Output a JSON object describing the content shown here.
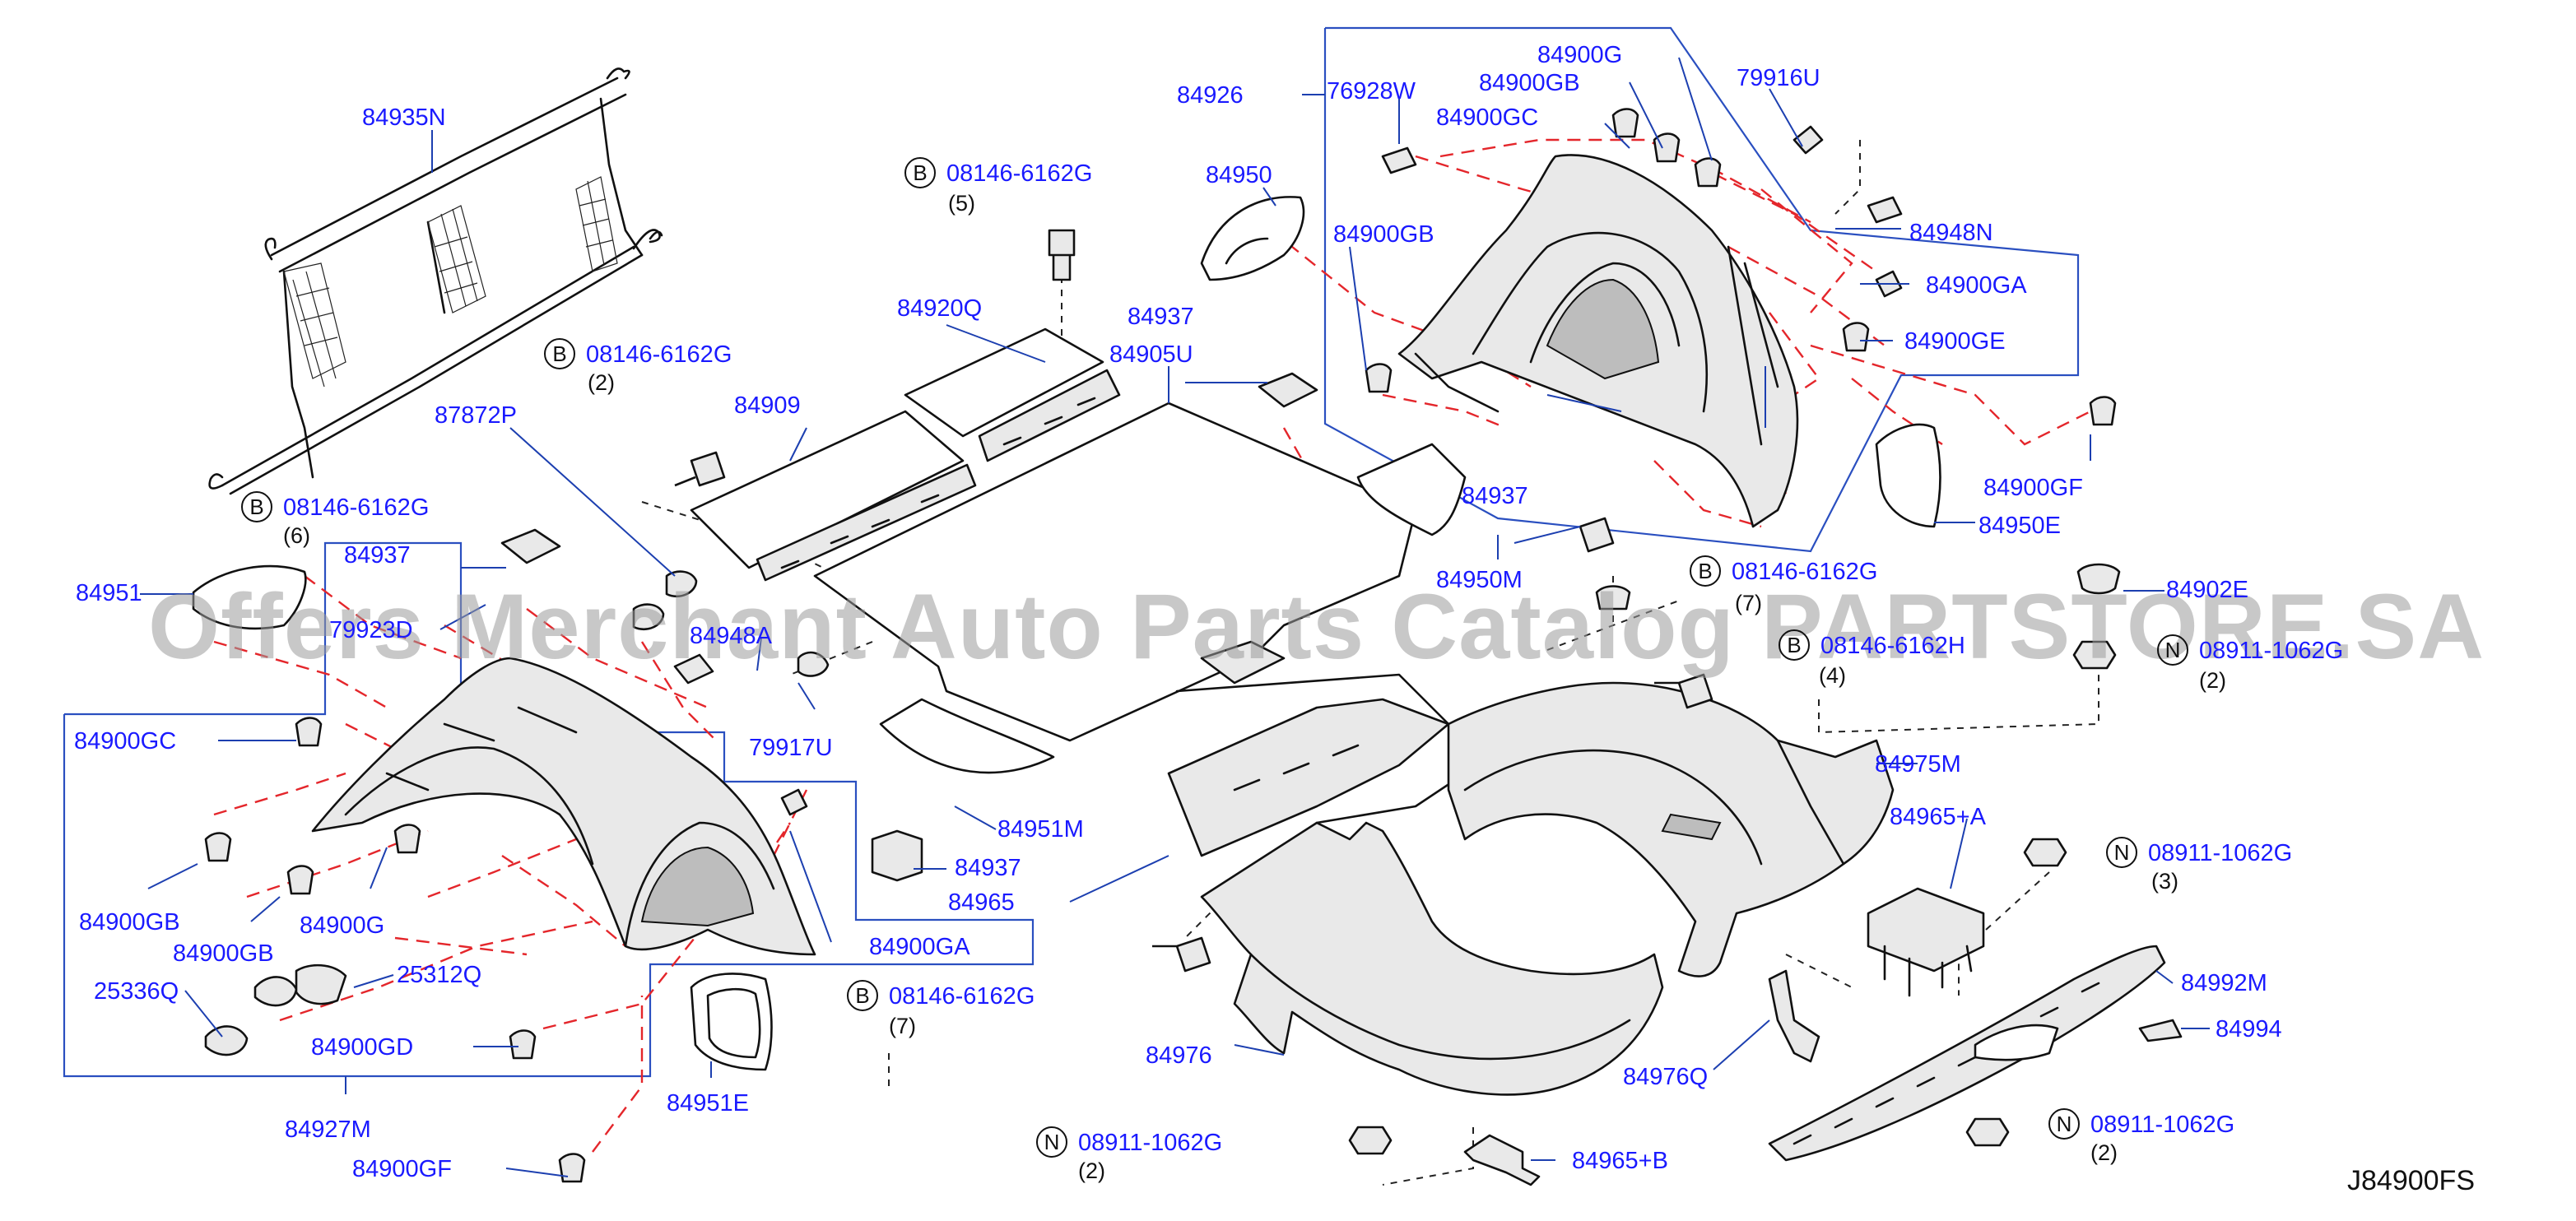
{
  "diagram": {
    "reference_code": "J84900FS",
    "watermark": "Offers Merchant Auto Parts Catalog PARTSTORE.SA",
    "part_labels": [
      {
        "id": "p84935n",
        "text": "84935N"
      },
      {
        "id": "p84926",
        "text": "84926"
      },
      {
        "id": "p76928w",
        "text": "76928W"
      },
      {
        "id": "p84900g_top",
        "text": "84900G"
      },
      {
        "id": "p84900gb_top",
        "text": "84900GB"
      },
      {
        "id": "p84900gc_top",
        "text": "84900GC"
      },
      {
        "id": "p79916u",
        "text": "79916U"
      },
      {
        "id": "p84950",
        "text": "84950"
      },
      {
        "id": "p84900gb_mid",
        "text": "84900GB"
      },
      {
        "id": "p84948n",
        "text": "84948N"
      },
      {
        "id": "p84900ga_right",
        "text": "84900GA"
      },
      {
        "id": "p84900ge",
        "text": "84900GE"
      },
      {
        "id": "p84920q",
        "text": "84920Q"
      },
      {
        "id": "p84937_top",
        "text": "84937"
      },
      {
        "id": "p84905u",
        "text": "84905U"
      },
      {
        "id": "p84909",
        "text": "84909"
      },
      {
        "id": "p87872p",
        "text": "87872P"
      },
      {
        "id": "p84900gf_right",
        "text": "84900GF"
      },
      {
        "id": "p84950e",
        "text": "84950E"
      },
      {
        "id": "p84937_mid",
        "text": "84937"
      },
      {
        "id": "p84950m",
        "text": "84950M"
      },
      {
        "id": "p84937_left",
        "text": "84937"
      },
      {
        "id": "p84951",
        "text": "84951"
      },
      {
        "id": "p79923d",
        "text": "79923D"
      },
      {
        "id": "p84948a",
        "text": "84948A"
      },
      {
        "id": "p84902e",
        "text": "84902E"
      },
      {
        "id": "p79917u",
        "text": "79917U"
      },
      {
        "id": "p84900gc_left",
        "text": "84900GC"
      },
      {
        "id": "p84975m",
        "text": "84975M"
      },
      {
        "id": "p84951m",
        "text": "84951M"
      },
      {
        "id": "p84965a",
        "text": "84965+A"
      },
      {
        "id": "p84937_low",
        "text": "84937"
      },
      {
        "id": "p84965",
        "text": "84965"
      },
      {
        "id": "p84900gb_low1",
        "text": "84900GB"
      },
      {
        "id": "p84900g_low",
        "text": "84900G"
      },
      {
        "id": "p84900gb_low2",
        "text": "84900GB"
      },
      {
        "id": "p84900ga_low",
        "text": "84900GA"
      },
      {
        "id": "p25312q",
        "text": "25312Q"
      },
      {
        "id": "p25336q",
        "text": "25336Q"
      },
      {
        "id": "p84992m",
        "text": "84992M"
      },
      {
        "id": "p84994",
        "text": "84994"
      },
      {
        "id": "p84900gd",
        "text": "84900GD"
      },
      {
        "id": "p84976",
        "text": "84976"
      },
      {
        "id": "p84976q",
        "text": "84976Q"
      },
      {
        "id": "p84951e",
        "text": "84951E"
      },
      {
        "id": "p84927m",
        "text": "84927M"
      },
      {
        "id": "p84965b",
        "text": "84965+B"
      },
      {
        "id": "p84900gf_low",
        "text": "84900GF"
      }
    ],
    "callouts": [
      {
        "id": "c1",
        "symbol": "B",
        "number": "08146-6162G",
        "qty": "(5)"
      },
      {
        "id": "c2",
        "symbol": "B",
        "number": "08146-6162G",
        "qty": "(2)"
      },
      {
        "id": "c3",
        "symbol": "B",
        "number": "08146-6162G",
        "qty": "(6)"
      },
      {
        "id": "c4",
        "symbol": "B",
        "number": "08146-6162G",
        "qty": "(7)"
      },
      {
        "id": "c5",
        "symbol": "B",
        "number": "08146-6162H",
        "qty": "(4)"
      },
      {
        "id": "c6",
        "symbol": "N",
        "number": "08911-1062G",
        "qty": "(2)"
      },
      {
        "id": "c7",
        "symbol": "N",
        "number": "08911-1062G",
        "qty": "(3)"
      },
      {
        "id": "c8",
        "symbol": "B",
        "number": "08146-6162G",
        "qty": "(7)"
      },
      {
        "id": "c9",
        "symbol": "N",
        "number": "08911-1062G",
        "qty": "(2)"
      },
      {
        "id": "c10",
        "symbol": "N",
        "number": "08911-1062G",
        "qty": "(2)"
      }
    ]
  }
}
